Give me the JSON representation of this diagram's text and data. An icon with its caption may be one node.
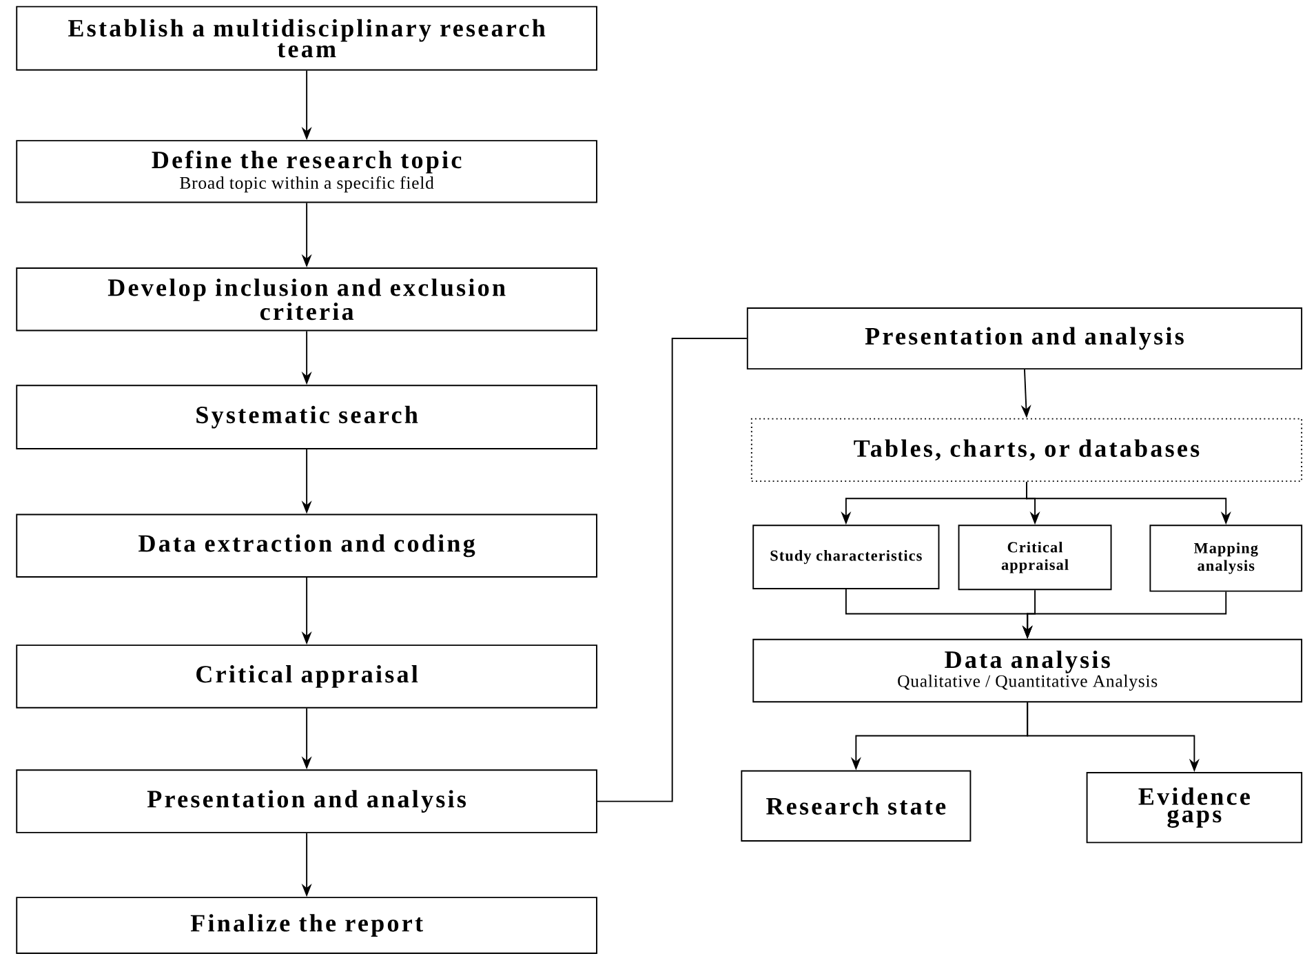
{
  "diagram": {
    "nodes": [
      {
        "text": [
          "Establish a multidisciplinary research team"
        ]
      },
      {
        "text": [
          "Define the research topic",
          "Broad topic within a specific field"
        ]
      },
      {
        "text": [
          "Develop inclusion and exclusion criteria"
        ]
      },
      {
        "text": [
          "Systematic search"
        ]
      },
      {
        "text": [
          "Data extraction and coding"
        ]
      },
      {
        "text": [
          "Critical appraisal"
        ]
      },
      {
        "text": [
          "Presentation and analysis"
        ]
      },
      {
        "text": [
          "Finalize the report"
        ]
      },
      {
        "text": [
          "Presentation and analysis"
        ]
      },
      {
        "text": [
          "Tables, charts, or databases"
        ]
      },
      {
        "text": [
          "Study characteristics"
        ]
      },
      {
        "text": [
          "Critical appraisal"
        ]
      },
      {
        "text": [
          "Mapping analysis"
        ]
      },
      {
        "text": [
          "Data analysis",
          "Qualitative / Quantitative Analysis"
        ]
      },
      {
        "text": [
          "Research state"
        ]
      },
      {
        "text": [
          "Evidence gaps"
        ]
      }
    ],
    "edges": [
      {
        "from": 0,
        "to": 1,
        "arrow": "to"
      },
      {
        "from": 1,
        "to": 2,
        "arrow": "to"
      },
      {
        "from": 2,
        "to": 3,
        "arrow": "to"
      },
      {
        "from": 3,
        "to": 4,
        "arrow": "to"
      },
      {
        "from": 4,
        "to": 5,
        "arrow": "to"
      },
      {
        "from": 5,
        "to": 6,
        "arrow": "to"
      },
      {
        "from": 6,
        "to": 7,
        "arrow": "to"
      },
      {
        "from": 6,
        "to": 8,
        "arrow": "none"
      },
      {
        "from": 8,
        "to": 9,
        "arrow": "to"
      },
      {
        "from": 9,
        "to": 10,
        "arrow": "to"
      },
      {
        "from": 9,
        "to": 11,
        "arrow": "to"
      },
      {
        "from": 9,
        "to": 12,
        "arrow": "to"
      },
      {
        "from": 10,
        "to": 13,
        "arrow": "to"
      },
      {
        "from": 11,
        "to": 13,
        "arrow": "to"
      },
      {
        "from": 12,
        "to": 13,
        "arrow": "to"
      },
      {
        "from": 13,
        "to": 14,
        "arrow": "to"
      },
      {
        "from": 13,
        "to": 15,
        "arrow": "to"
      }
    ]
  }
}
